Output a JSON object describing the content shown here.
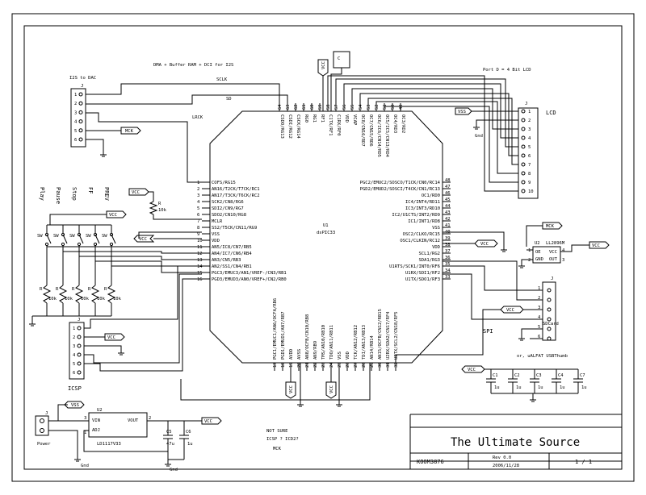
{
  "title_block": {
    "title": "The Ultimate Source",
    "doc_number": "KOOM3876",
    "rev": "Rev 0.0",
    "date": "2006/11/28",
    "sheet": "1 / 1"
  },
  "notes": {
    "dma_note": "DMA + Buffer RAM + DCI for I2S",
    "lcd_note": "Port D = 4 Bit LCD",
    "not_sure": "NOT SURE",
    "icsp_q": "ICSP ? ICD2?",
    "mck_note": "MCK",
    "spi": "SPI",
    "sdcard": "SDCard",
    "sdcard2": "or, uALFAT USBThumb"
  },
  "mcu": {
    "ref": "U1",
    "part": "dsPIC33",
    "left_pins": [
      {
        "n": "1",
        "name": "COFS/RG15"
      },
      {
        "n": "2",
        "name": "AN16/T2CK/T7CK/RC1"
      },
      {
        "n": "3",
        "name": "AN17/T3CK/T6CK/RC2"
      },
      {
        "n": "4",
        "name": "SCK2/CN8/RG6"
      },
      {
        "n": "5",
        "name": "SDI2/CN9/RG7"
      },
      {
        "n": "6",
        "name": "SDO2/CN10/RG8"
      },
      {
        "n": "7",
        "name": "MCLR"
      },
      {
        "n": "8",
        "name": "SS2/T5CK/CN11/RG9"
      },
      {
        "n": "9",
        "name": "VSS"
      },
      {
        "n": "10",
        "name": "VDD"
      },
      {
        "n": "11",
        "name": "AN5/IC8/CN7/RB5"
      },
      {
        "n": "12",
        "name": "AN4/IC7/CN6/RB4"
      },
      {
        "n": "13",
        "name": "AN3/CN5/RB3"
      },
      {
        "n": "14",
        "name": "AN2/SS1/CN4/RB1"
      },
      {
        "n": "15",
        "name": "PGC3/EMUC3/AN1/VREF-/CN3/RB1"
      },
      {
        "n": "16",
        "name": "PGD3/EMUD3/AN0/VREF+/CN2/RB0"
      }
    ],
    "right_pins": [
      {
        "n": "48",
        "name": "PGC2/EMUC2/SOSCO/T1CK/CN0/RC14"
      },
      {
        "n": "47",
        "name": "PGD2/EMUD2/SOSCI/T4CK/CN1/RC13"
      },
      {
        "n": "46",
        "name": "OC1/RD0"
      },
      {
        "n": "45",
        "name": "IC4/INT4/RD11"
      },
      {
        "n": "44",
        "name": "IC3/INT3/RD10"
      },
      {
        "n": "43",
        "name": "IC2/U1CTS/INT2/RD9"
      },
      {
        "n": "42",
        "name": "IC1/INT1/RD8"
      },
      {
        "n": "41",
        "name": "VSS"
      },
      {
        "n": "40",
        "name": "OSC2/CLKO/RC15"
      },
      {
        "n": "39",
        "name": "OSC1/CLKIN/RC12"
      },
      {
        "n": "38",
        "name": "VDD"
      },
      {
        "n": "37",
        "name": "SCL1/RG2"
      },
      {
        "n": "36",
        "name": "SDA1/RG3"
      },
      {
        "n": "35",
        "name": "U1RTS/SCK1/INT0/RF6"
      },
      {
        "n": "34",
        "name": "U1RX/SDI1/RF2"
      },
      {
        "n": "33",
        "name": "U1TX/SDO1/RF3"
      }
    ],
    "top_pins": [
      {
        "n": "64",
        "name": "CSDO/RG13"
      },
      {
        "n": "63",
        "name": "CSDI/RG12"
      },
      {
        "n": "62",
        "name": "CSCK/RG14"
      },
      {
        "n": "61",
        "name": "RG0"
      },
      {
        "n": "60",
        "name": "RG1"
      },
      {
        "n": "59",
        "name": "RF1"
      },
      {
        "n": "58",
        "name": "C1TX/RF1"
      },
      {
        "n": "57",
        "name": "C1RX/RF0"
      },
      {
        "n": "56",
        "name": "VDD"
      },
      {
        "n": "55",
        "name": "VCAP"
      },
      {
        "n": "54",
        "name": "OC8/CN16/RD7"
      },
      {
        "n": "53",
        "name": "OC7/CN15/RD6"
      },
      {
        "n": "52",
        "name": "OC6/IC6/CN14/RD5"
      },
      {
        "n": "51",
        "name": "OC5/IC5/CN13/RD4"
      },
      {
        "n": "50",
        "name": "OC4/RD3"
      },
      {
        "n": "49",
        "name": "OC3/RD2"
      }
    ],
    "bottom_pins": [
      {
        "n": "17",
        "name": "PGC1/EMUC1/AN6/OCFA/RB6"
      },
      {
        "n": "18",
        "name": "PGD1/EMUD1/AN7/RB7"
      },
      {
        "n": "19",
        "name": "AVDD"
      },
      {
        "n": "20",
        "name": "AVSS"
      },
      {
        "n": "21",
        "name": "AN8/OCFB/CN10/RB8"
      },
      {
        "n": "22",
        "name": "AN9/RB9"
      },
      {
        "n": "23",
        "name": "TMS/AN10/RB10"
      },
      {
        "n": "24",
        "name": "TDO/AN11/RB11"
      },
      {
        "n": "25",
        "name": "VSS"
      },
      {
        "n": "26",
        "name": "VDD"
      },
      {
        "n": "27",
        "name": "TCK/AN12/RB12"
      },
      {
        "n": "28",
        "name": "TDI/AN13/RB13"
      },
      {
        "n": "29",
        "name": "AN14/RB14"
      },
      {
        "n": "30",
        "name": "AN15/OCFB/CN12/RB15"
      },
      {
        "n": "31",
        "name": "U2RX/SDA2/CN17/RF4"
      },
      {
        "n": "32",
        "name": "U2TX/SCL2/CN18/RF5"
      }
    ]
  },
  "i2s_header": {
    "title": "I2S to DAC",
    "ref": "J",
    "pins": [
      "1",
      "2",
      "3",
      "4",
      "5",
      "6"
    ],
    "net_sclk": "SCLK",
    "net_sd": "SD",
    "net_lrck": "LRCK",
    "mck": "MCK"
  },
  "lcd_header": {
    "title": "LCD",
    "ref": "J",
    "pins": [
      "1",
      "2",
      "3",
      "4",
      "5",
      "6",
      "7",
      "8",
      "9",
      "10"
    ],
    "vss": "VSS",
    "gnd": "Gnd"
  },
  "switches": {
    "labels": [
      "Play",
      "Pause",
      "Stop",
      "FF",
      "PREV"
    ],
    "sw_label": "SW",
    "res_label": "R",
    "res_value": "10k"
  },
  "mclr_res": {
    "ref": "R",
    "value": "10k"
  },
  "power_labels": {
    "vcc": "VCC",
    "vss": "VSS",
    "gnd": "Gnd",
    "c": "C"
  },
  "icsp": {
    "title": "ICSP",
    "ref": "J",
    "pins": [
      "1",
      "2",
      "3",
      "4",
      "5",
      "6"
    ]
  },
  "oscillator": {
    "ref": "U2",
    "part": "LL2896M",
    "oe": "OE",
    "vcc": "VCC",
    "gnd": "GND",
    "out": "OUT",
    "mck": "MCK",
    "pin1": "1",
    "pin2": "2",
    "pin3": "3",
    "pin4": "4"
  },
  "sd_header": {
    "ref": "J",
    "pins": [
      "1",
      "2",
      "3",
      "4",
      "5",
      "6"
    ]
  },
  "decoupling": {
    "caps": [
      "C1",
      "C2",
      "C3",
      "C4",
      "C7"
    ],
    "value": "1u"
  },
  "regulator": {
    "ref": "U2",
    "part": "LD1117V33",
    "vin": "VIN",
    "adj": "ADJ",
    "vout": "VOUT",
    "pin3": "3",
    "pin1": "1",
    "pin2": "2",
    "power_label": "Power",
    "conn_ref": "J",
    "c5": "C5",
    "c5_val": "47u",
    "c6": "C6",
    "c6_val": "1u"
  }
}
